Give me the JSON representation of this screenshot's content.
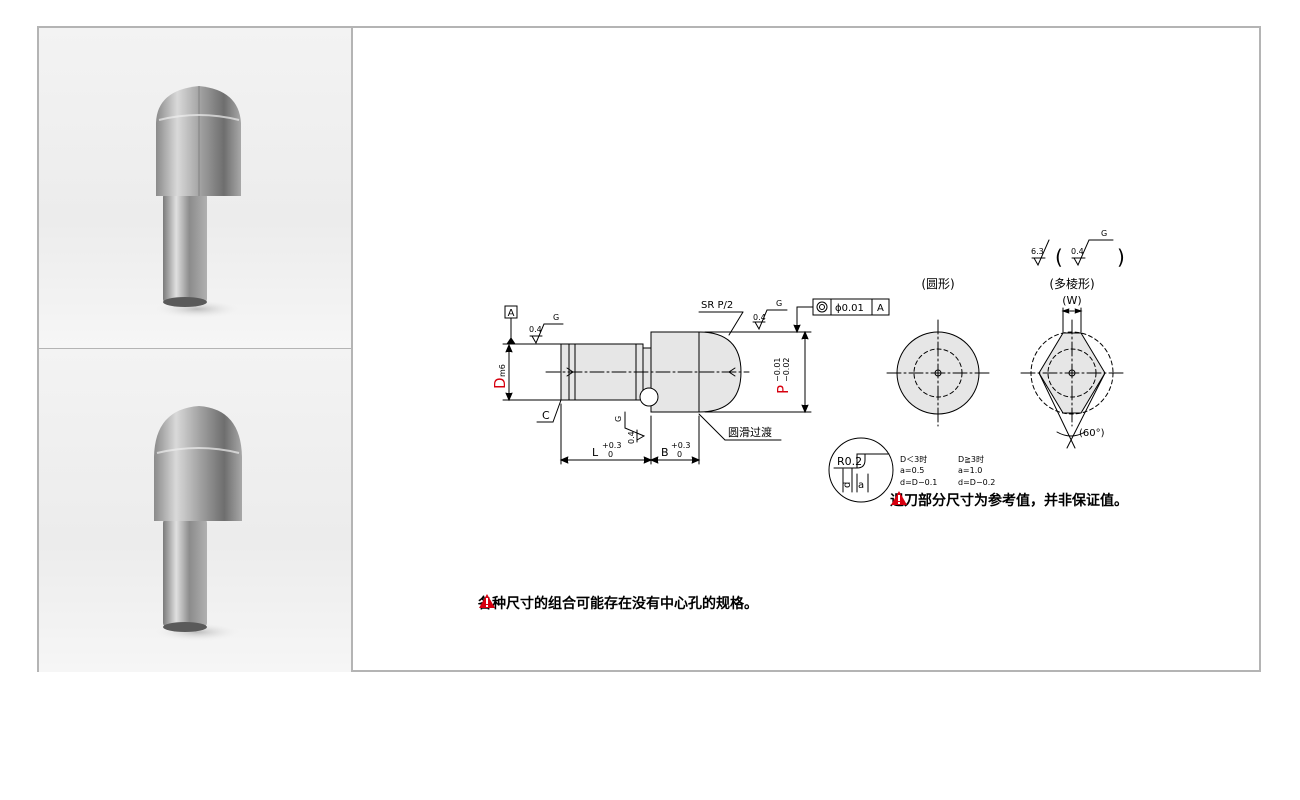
{
  "drawing": {
    "datum_label": "A",
    "roughness_04": "0.4",
    "roughness_63": "6.3",
    "grind_mark": "G",
    "label_D": "D",
    "label_m6": "m6",
    "label_C": "C",
    "label_L": "L",
    "label_B": "B",
    "tol_plus_03": "+0.3",
    "tol_zero": "0",
    "sr_label": "SR P/2",
    "concentricity_value": "ϕ0.01",
    "concentricity_datum": "A",
    "label_P": "P",
    "p_tol_upper": "−0.01",
    "p_tol_lower": "−0.02",
    "smooth_transition": "圆滑过渡",
    "round_label": "(圆形)",
    "polygon_label": "(多棱形)",
    "w_label": "(W)",
    "angle_label": "(60°)",
    "r_label": "R0.2",
    "undercut_a": "a",
    "undercut_d": "d",
    "undercut_rows": [
      [
        "D＜3时",
        "D≧3时"
      ],
      [
        "a=0.5",
        "a=1.0"
      ],
      [
        "d=D−0.1",
        "d=D−0.2"
      ]
    ]
  },
  "notes": {
    "undercut_note": "退刀部分尺寸为参考值，并非保证值。",
    "spec_note": "各种尺寸的组合可能存在没有中心孔的规格。"
  },
  "colors": {
    "warning": "#d7000f",
    "border": "#b4b4b4",
    "drawing_line": "#000000",
    "fill_gray": "#e6e6e6"
  }
}
